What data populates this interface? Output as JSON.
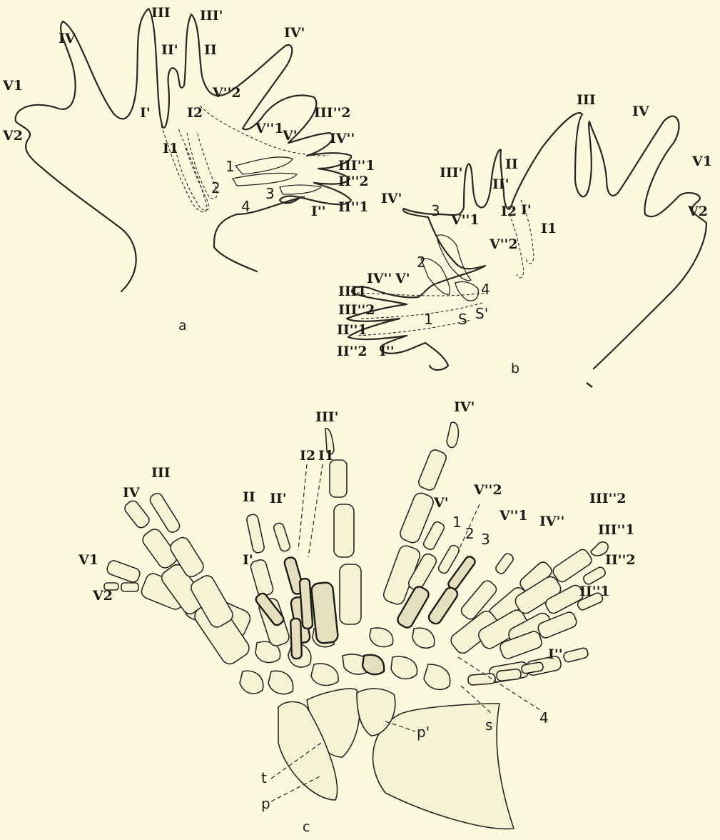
{
  "panels": {
    "a": {
      "letter": "a",
      "labels": [
        "IV",
        "III",
        "III'",
        "II'",
        "II",
        "IV'",
        "V1",
        "V2",
        "I'",
        "V''2",
        "I2",
        "I1",
        "V''1",
        "V'",
        "III''2",
        "IV''",
        "III''1",
        "II''2",
        "II''1",
        "1",
        "2",
        "3",
        "4",
        "I''"
      ]
    },
    "b": {
      "letter": "b",
      "labels": [
        "III",
        "IV",
        "V1",
        "V2",
        "III'",
        "II",
        "II'",
        "I2",
        "I'",
        "I1",
        "IV'",
        "3",
        "V''1",
        "2",
        "V''2",
        "4",
        "IV''",
        "V'",
        "III1",
        "III''2",
        "II''1",
        "II''2",
        "1",
        "S",
        "S'",
        "I''"
      ]
    },
    "c": {
      "letter": "c",
      "labels": [
        "III'",
        "IV'",
        "IV",
        "III",
        "II",
        "II'",
        "I2",
        "I1",
        "I'",
        "V1",
        "V2",
        "V'",
        "V''2",
        "1",
        "2",
        "3",
        "V''1",
        "IV''",
        "III''2",
        "III''1",
        "II''2",
        "II''1",
        "I''",
        "s",
        "4",
        "p'",
        "t",
        "p"
      ]
    }
  }
}
